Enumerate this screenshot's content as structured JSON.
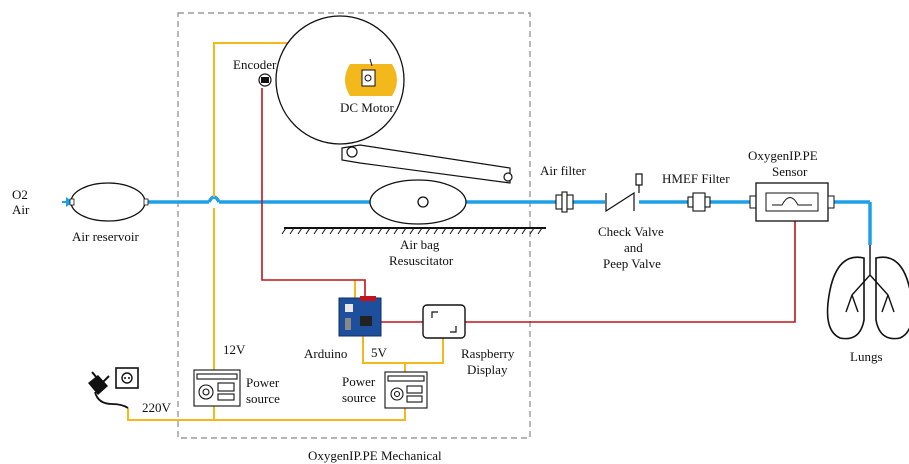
{
  "labels": {
    "o2": "O2",
    "air": "Air",
    "air_reservoir": "Air reservoir",
    "encoder": "Encoder",
    "dc_motor": "DC Motor",
    "air_bag_1": "Air bag",
    "air_bag_2": "Resuscitator",
    "air_filter": "Air filter",
    "check_valve_1": "Check Valve",
    "check_valve_2": "and",
    "check_valve_3": "Peep Valve",
    "hmef_filter": "HMEF Filter",
    "sensor_1": "OxygenIP.PE",
    "sensor_2": "Sensor",
    "lungs": "Lungs",
    "v12": "12V",
    "v5": "5V",
    "v220": "220V",
    "arduino": "Arduino",
    "raspberry_1": "Raspberry",
    "raspberry_2": "Display",
    "power_source_a_1": "Power",
    "power_source_a_2": "source",
    "power_source_b_1": "Power",
    "power_source_b_2": "source",
    "enclosure_title": "OxygenIP.PE Mechanical"
  },
  "colors": {
    "air_line": "#1ea0e6",
    "power_line": "#f2b81c",
    "signal_line": "#c0141c",
    "enclosure": "#888888",
    "motor_accent": "#f2b81c",
    "arduino_board": "#1d4f9c"
  }
}
